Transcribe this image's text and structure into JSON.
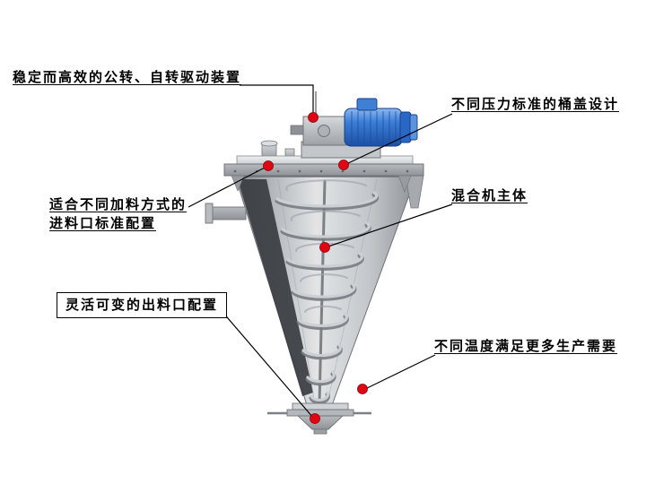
{
  "diagram": {
    "subject": "double-screw-conical-mixer",
    "labels": {
      "drive": {
        "text": "稳定而高效的公转、自转驱动装置"
      },
      "lid": {
        "text": "不同压力标准的桶盖设计"
      },
      "inlet": {
        "text": "适合不同加料方式的\n进料口标准配置"
      },
      "body": {
        "text": "混合机主体"
      },
      "outlet": {
        "text": "灵活可变的出料口配置"
      },
      "temperature": {
        "text": "不同温度满足更多生产需要"
      }
    },
    "colors": {
      "marker": "#e10613",
      "leader": "#000000",
      "motor_blue": "#2f72cc",
      "steel": "#c3c7cb",
      "background": "#ffffff",
      "text": "#000000"
    }
  }
}
